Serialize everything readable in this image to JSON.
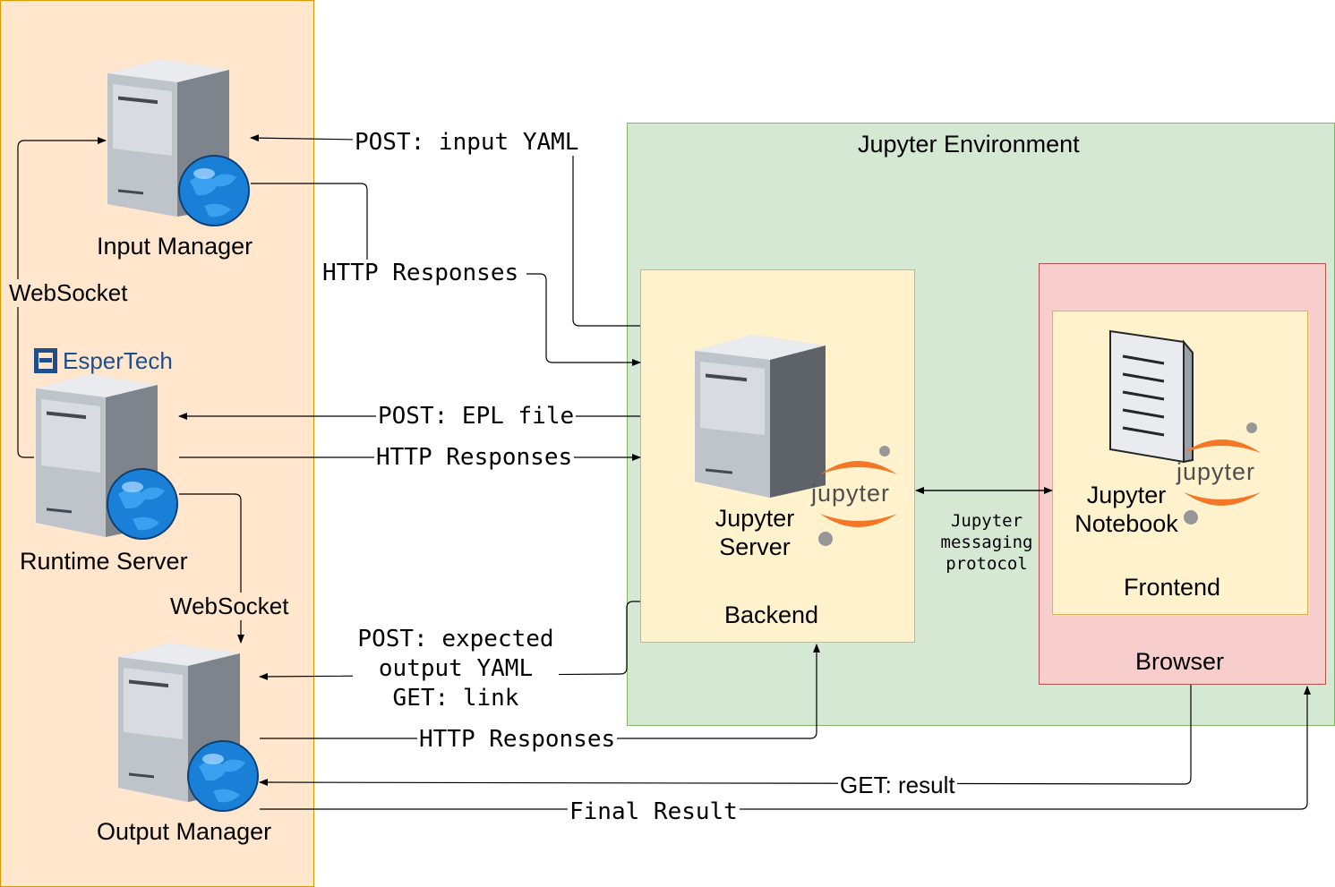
{
  "zones": {
    "servers_zone_color": "#ffe6cc",
    "jupyter_env_title": "Jupyter Environment",
    "backend_title": "Backend",
    "browser_title": "Browser",
    "frontend_title": "Frontend"
  },
  "nodes": {
    "input_manager": "Input Manager",
    "runtime_server": "Runtime Server",
    "output_manager": "Output Manager",
    "jupyter_server_line1": "Jupyter",
    "jupyter_server_line2": "Server",
    "jupyter_notebook_line1": "Jupyter",
    "jupyter_notebook_line2": "Notebook"
  },
  "logos": {
    "espertech": "EsperTech",
    "jupyter_wordmark": "jupyter"
  },
  "edges": {
    "post_input_yaml": "POST: input YAML",
    "http_responses_1": "HTTP Responses",
    "websocket_1": "WebSocket",
    "post_epl_file": "POST: EPL file",
    "http_responses_2": "HTTP Responses",
    "websocket_2": "WebSocket",
    "post_expected_line1": "POST: expected",
    "post_expected_line2": "output YAML",
    "post_expected_line3": "GET: link",
    "http_responses_3": "HTTP Responses",
    "get_result": "GET: result",
    "final_result": "Final Result",
    "messaging_line1": "Jupyter",
    "messaging_line2": "messaging",
    "messaging_line3": "protocol"
  },
  "colors": {
    "servers_zone": "#ffe6cc",
    "servers_zone_border": "#d79b00",
    "jupyter_env": "#d5e8d4",
    "jupyter_env_border": "#82b366",
    "backend": "#fff2cc",
    "backend_border": "#d6b656",
    "browser": "#f8cecc",
    "browser_border": "#b85450",
    "jupyter_orange": "#f37726",
    "globe_blue": "#1a7fd6",
    "espertech_blue": "#1f4e8c"
  },
  "icons": {
    "server": "server-tower-icon",
    "globe": "globe-icon",
    "notebook": "notebook-document-icon",
    "jupyter": "jupyter-logo-icon",
    "espertech": "espertech-logo-icon"
  }
}
